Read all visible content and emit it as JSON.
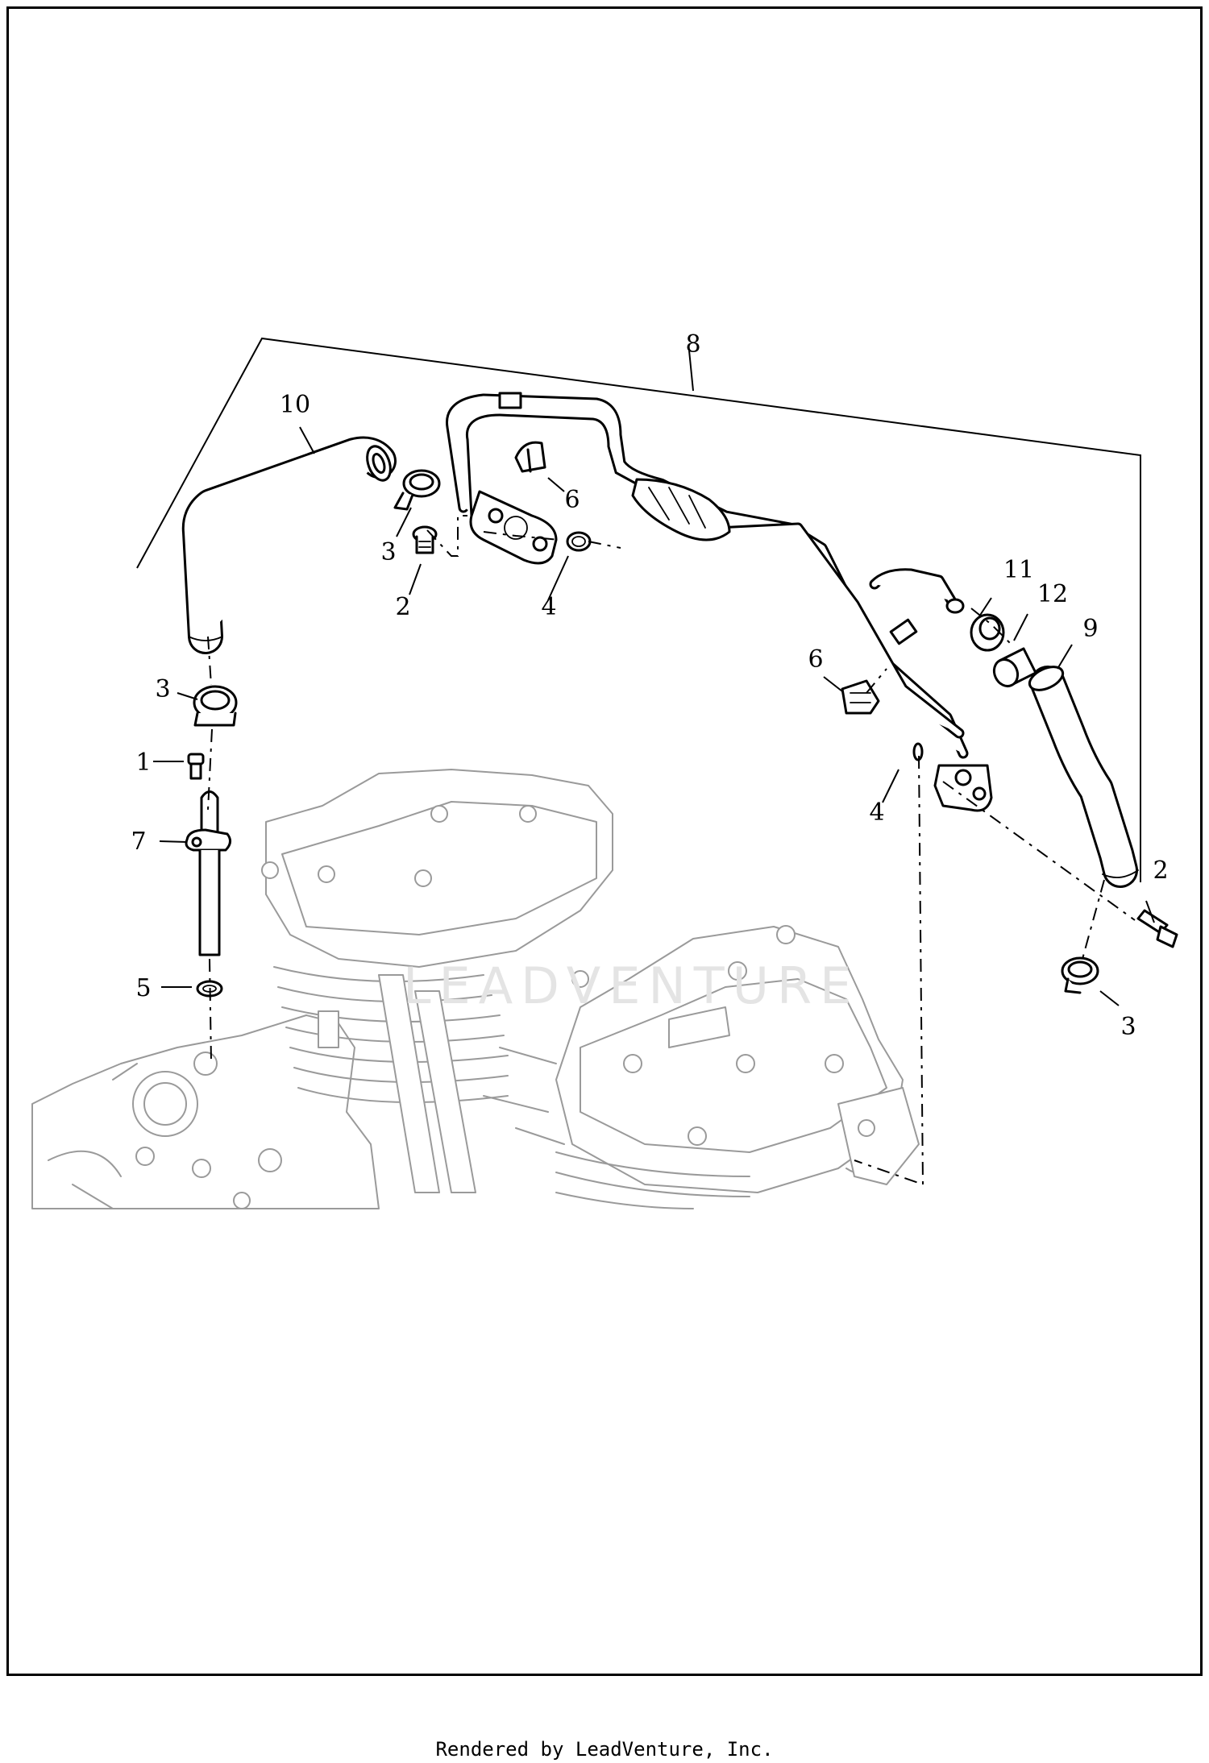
{
  "diagram": {
    "callouts": {
      "c1": "1",
      "c2a": "2",
      "c2b": "2",
      "c3a": "3",
      "c3b": "3",
      "c3c": "3",
      "c4a": "4",
      "c4b": "4",
      "c5": "5",
      "c6a": "6",
      "c6b": "6",
      "c7": "7",
      "c8": "8",
      "c9": "9",
      "c10": "10",
      "c11": "11",
      "c12": "12"
    },
    "watermark": "LEADVENTURE"
  },
  "footer": {
    "text": "Rendered by LeadVenture, Inc."
  }
}
